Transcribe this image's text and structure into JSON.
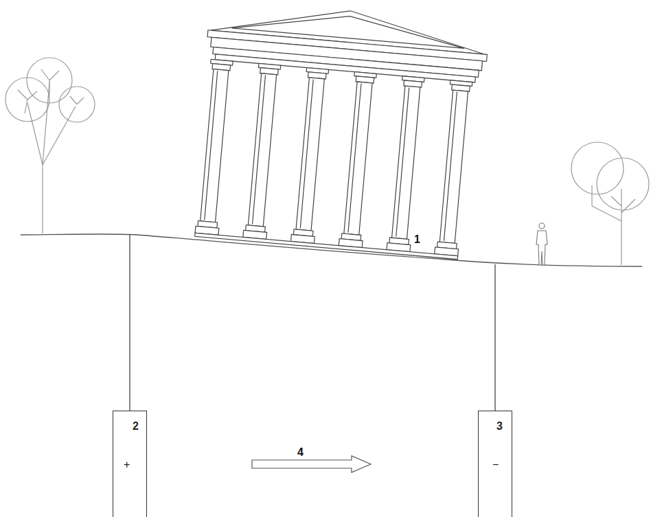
{
  "diagram": {
    "nodes": [
      {
        "text": [
          "2",
          "+"
        ]
      },
      {
        "text": [
          "3",
          "−"
        ]
      }
    ],
    "labels": [
      "1",
      "4"
    ]
  }
}
